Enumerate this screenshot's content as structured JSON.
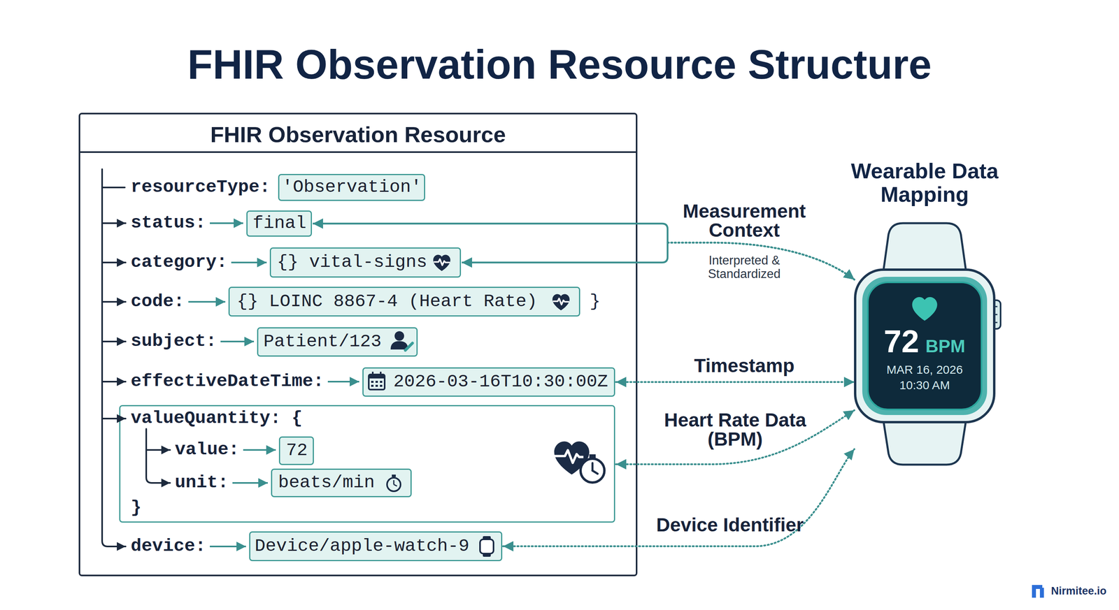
{
  "diagram": {
    "title": "FHIR Observation Resource Structure",
    "nodes": [
      {
        "text": [
          "FHIR Observation Resource"
        ]
      },
      {
        "text": [
          "'Observation'"
        ],
        "in": 0
      },
      {
        "text": [
          "final"
        ],
        "in": 0
      },
      {
        "text": [
          "{} vital-signs"
        ],
        "in": 0
      },
      {
        "text": [
          "{} LOINC 8867-4 (Heart Rate)"
        ],
        "in": 0
      },
      {
        "text": [
          "Patient/123"
        ],
        "in": 0
      },
      {
        "text": [
          "2026-03-16T10:30:00Z"
        ],
        "in": 0
      },
      {
        "text": [
          "valueQuantity: {",
          "}"
        ],
        "in": 0
      },
      {
        "text": [
          "72"
        ],
        "in": 7
      },
      {
        "text": [
          "beats/min"
        ],
        "in": 7
      },
      {
        "text": [
          "Device/apple-watch-9"
        ],
        "in": 0
      },
      {
        "text": [
          "72",
          "BPM",
          "MAR 16, 2026",
          "10:30 AM"
        ]
      }
    ],
    "edges": [
      {
        "from": 2,
        "to": 11,
        "arrow": "both",
        "label": "Measurement Context"
      },
      {
        "from": 3,
        "to": 11,
        "arrow": "both"
      },
      {
        "from": 6,
        "to": 11,
        "arrow": "both",
        "label": "Timestamp"
      },
      {
        "from": 7,
        "to": 11,
        "arrow": "both",
        "label": "Heart Rate Data (BPM)"
      },
      {
        "from": 10,
        "to": 11,
        "arrow": "both",
        "label": "Device Identifier"
      }
    ],
    "labels": [
      "resourceType:",
      "status:",
      "category:",
      "code:",
      "}",
      "subject:",
      "effectiveDateTime:",
      "value:",
      "unit:",
      "device:",
      "Wearable Data Mapping",
      "Interpreted & Standardized",
      "Nirmitee.io"
    ]
  }
}
